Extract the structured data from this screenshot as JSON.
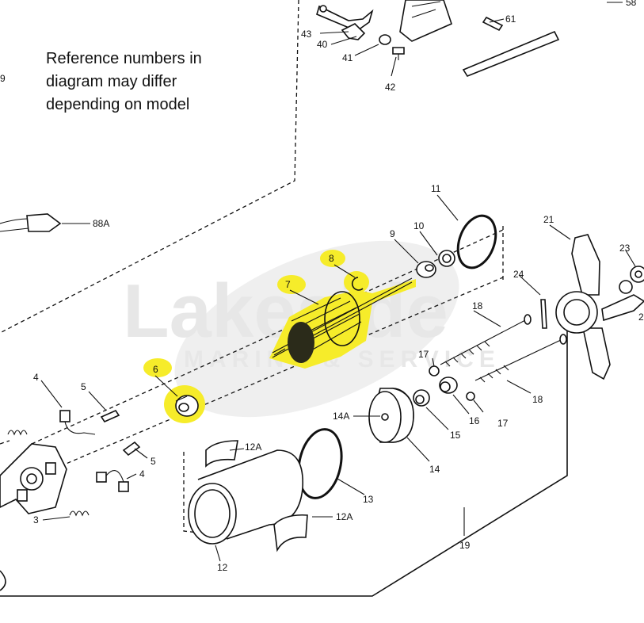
{
  "note_lines": [
    "Reference numbers in",
    "diagram may differ",
    "depending on model"
  ],
  "watermark": {
    "main": "Lakeside",
    "sub": "MARINE & SERVICE"
  },
  "highlight_color": "#f6ec2a",
  "callouts": {
    "c58": "58",
    "c61": "61",
    "c43": "43",
    "c40": "40",
    "c41": "41",
    "c42": "42",
    "c9left": "9",
    "c88A": "88A",
    "c11": "11",
    "c10": "10",
    "c9": "9",
    "c8": "8",
    "c7": "7",
    "c21": "21",
    "c23": "23",
    "c2": "2",
    "c24": "24",
    "c18a": "18",
    "c18b": "18",
    "c17a": "17",
    "c17b": "17",
    "c16": "16",
    "c15": "15",
    "c14A": "14A",
    "c14": "14",
    "c13": "13",
    "c12Aa": "12A",
    "c12Ab": "12A",
    "c12": "12",
    "c19": "19",
    "c6": "6",
    "c5a": "5",
    "c5b": "5",
    "c4a": "4",
    "c4b": "4",
    "c3": "3"
  }
}
